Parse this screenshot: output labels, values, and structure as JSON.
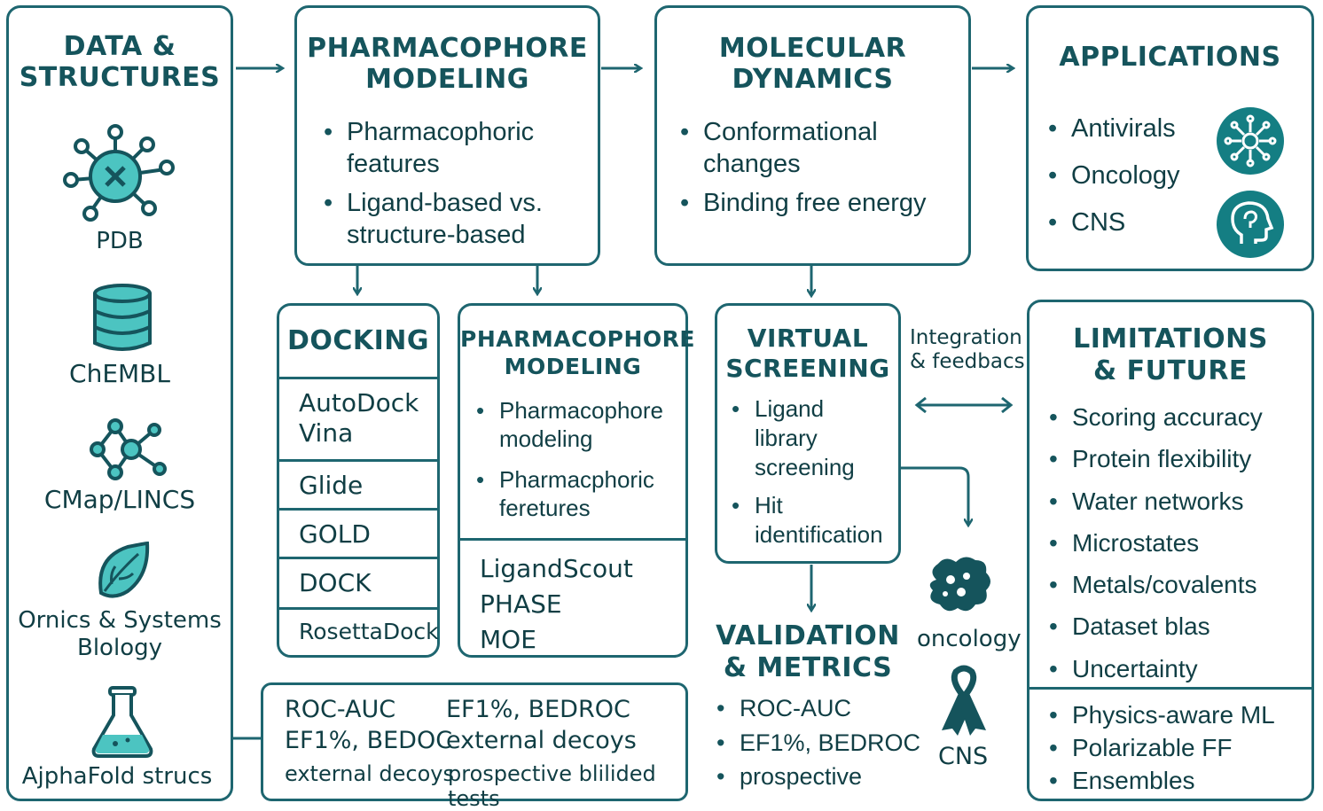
{
  "colors": {
    "accent": "#1e6670",
    "teal": "#147e83",
    "light_teal": "#4cc4c1",
    "text": "#103e44"
  },
  "data": {
    "title_1": "DATA &",
    "title_2": "STRUCTURES",
    "items": [
      "PDB",
      "ChEMBL",
      "CMap/LINCS",
      "Ornics & Systems",
      "Blology",
      "AjphaFold strucs"
    ],
    "icons": [
      "protein-icon",
      "database-icon",
      "network-icon",
      "leaf-icon",
      "flask-icon"
    ]
  },
  "pharma_top": {
    "title_1": "PHARMACOPHORE",
    "title_2": "MODELING",
    "bullets": [
      "Pharmacophoric",
      "features",
      "Ligand-based vs.",
      "structure-based"
    ]
  },
  "md": {
    "title_1": "MOLECULAR",
    "title_2": "DYNAMICS",
    "bullets": [
      "Conformational",
      "changes",
      "Binding free energy"
    ]
  },
  "apps": {
    "title": "APPLICATIONS",
    "bullets": [
      "Antivirals",
      "Oncology",
      "CNS"
    ],
    "icons": [
      "virus-icon",
      "head-icon"
    ]
  },
  "docking": {
    "title": "DOCKING",
    "rows": [
      "AutoDock",
      "Vina",
      "Glide",
      "GOLD",
      "DOCK",
      "RosettaDock"
    ]
  },
  "pharma_mid": {
    "title_1": "PHARMACOPHORE",
    "title_2": "MODELING",
    "bullets": [
      "Pharmacophore",
      "modeling",
      "Pharmacphoric",
      "feretures"
    ],
    "tools": [
      "LigandScout",
      "PHASE",
      "MOE"
    ]
  },
  "vs": {
    "title_1": "VIRTUAL",
    "title_2": "SCREENING",
    "bullets": [
      "Ligand",
      "library",
      "screening",
      "Hit",
      "identification"
    ]
  },
  "integration": {
    "line1": "Integration",
    "line2": "& feedbacs"
  },
  "side_icons": {
    "oncology": "oncology",
    "cns": "CNS"
  },
  "limits": {
    "title_1": "LIMITATIONS",
    "title_2": "& FUTURE",
    "bullets": [
      "Scoring accuracy",
      "Protein flexibility",
      "Water networks",
      "Microstates",
      "Metals/covalents",
      "Dataset blas",
      "Uncertainty"
    ],
    "future": [
      "Physics-aware ML",
      "Polarizable FF",
      "Ensembles"
    ]
  },
  "metrics_box": {
    "cells": [
      "ROC-AUC",
      "EF1%, BEDROC",
      "EF1%, BEDOC",
      "external decoys",
      "external decoys",
      "prospective blilided tests"
    ]
  },
  "validation": {
    "title_1": "VALIDATION",
    "title_2": "& METRICS",
    "bullets": [
      "ROC-AUC",
      "EF1%, BEDROC",
      "prospective"
    ]
  }
}
